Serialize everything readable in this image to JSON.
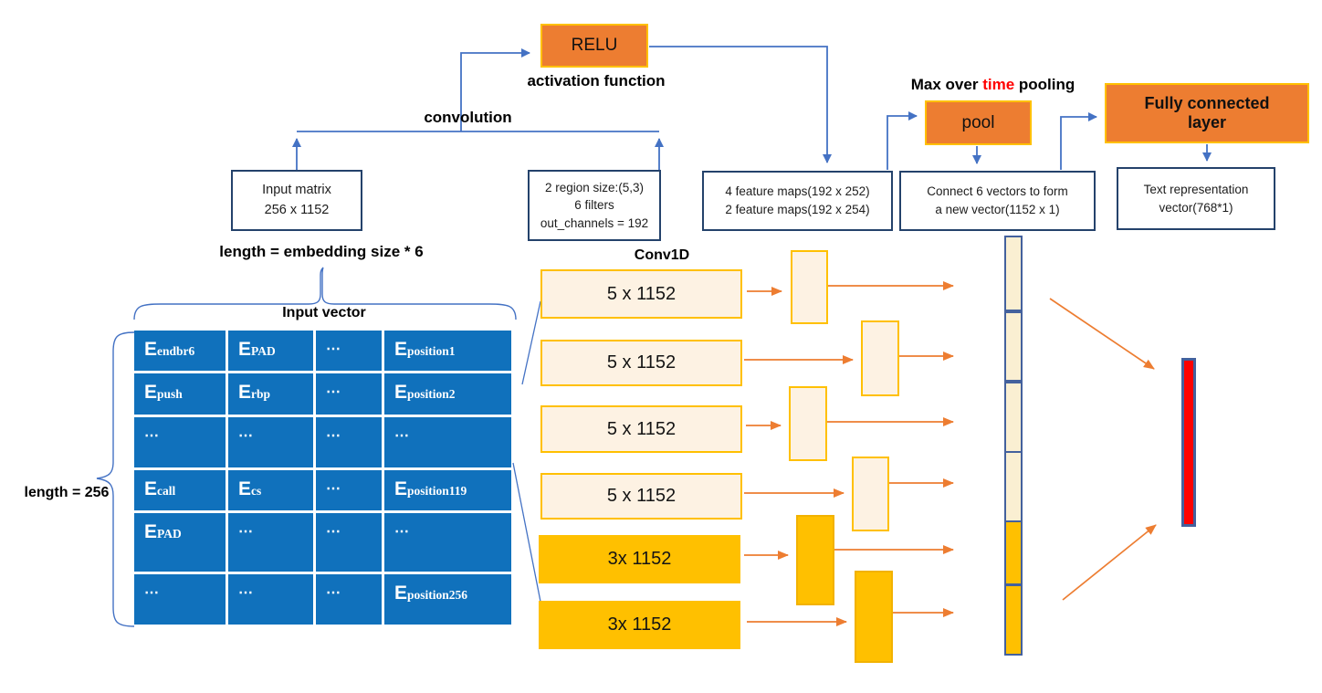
{
  "flow": {
    "relu_label": "RELU",
    "activation_caption": "activation function",
    "convolution_caption": "convolution",
    "pooling_caption": {
      "pre": "Max over ",
      "highlight": "time",
      "post": " pooling"
    },
    "pool_label": "pool",
    "fc_label": "Fully connected layer",
    "input_matrix": {
      "line1": "Input matrix",
      "line2": "256 x 1152"
    },
    "region": {
      "line1": "2 region size:(5,3)",
      "line2": "6 filters",
      "line3": "out_channels = 192"
    },
    "feature_maps": {
      "line1": "4 feature maps(192 x 252)",
      "line2": "2 feature maps(192 x 254)"
    },
    "connect": {
      "line1": "Connect 6 vectors to form",
      "line2": "a new vector(1152 x 1)"
    },
    "text_repr": {
      "line1": "Text representation",
      "line2": "vector(768*1)"
    }
  },
  "input_section": {
    "top_caption": "length = embedding size * 6",
    "table_caption": "Input vector",
    "side_caption": "length = 256",
    "embedding_prefix": "E",
    "dots_glyph": "⋯",
    "rows": [
      [
        {
          "sub": "endbr6"
        },
        {
          "sub": "PAD"
        },
        {
          "dots": true
        },
        {
          "sub": "position1"
        }
      ],
      [
        {
          "sub": "push"
        },
        {
          "sub": "rbp"
        },
        {
          "dots": true
        },
        {
          "sub": "position2"
        }
      ],
      [
        {
          "dots": true
        },
        {
          "dots": true
        },
        {
          "dots": true
        },
        {
          "dots": true
        }
      ],
      [
        {
          "sub": "call"
        },
        {
          "sub": "cs"
        },
        {
          "dots": true
        },
        {
          "sub": "position119"
        }
      ],
      [
        {
          "sub": "PAD"
        },
        {
          "dots": true
        },
        {
          "dots": true
        },
        {
          "dots": true
        }
      ],
      [
        {
          "dots": true
        },
        {
          "dots": true
        },
        {
          "dots": true
        },
        {
          "sub": "position256"
        }
      ]
    ]
  },
  "conv_section": {
    "caption": "Conv1D",
    "filters": [
      {
        "label": "5 x 1152",
        "variant": "cream"
      },
      {
        "label": "5 x 1152",
        "variant": "cream"
      },
      {
        "label": "5 x 1152",
        "variant": "cream"
      },
      {
        "label": "5 x 1152",
        "variant": "cream"
      },
      {
        "label": "3x 1152",
        "variant": "gold"
      },
      {
        "label": "3x 1152",
        "variant": "gold"
      }
    ]
  },
  "pooled_vector_segments": [
    "cream",
    "cream",
    "cream",
    "cream",
    "gold",
    "gold"
  ],
  "colors": {
    "process_box_orange": "#ED7D31",
    "gold_border": "#FFC000",
    "cream_fill": "#FDF2E3",
    "segment_cream": "#FAEFD2",
    "gold_fill": "#FFC000",
    "table_blue": "#1071BC",
    "navy_border": "#24426B",
    "flow_line_blue": "#4472C4",
    "arrow_orange": "#ED7D31",
    "time_highlight_red": "#FF0000",
    "output_vector_red": "#FF0000",
    "output_vector_border": "#44619D"
  }
}
